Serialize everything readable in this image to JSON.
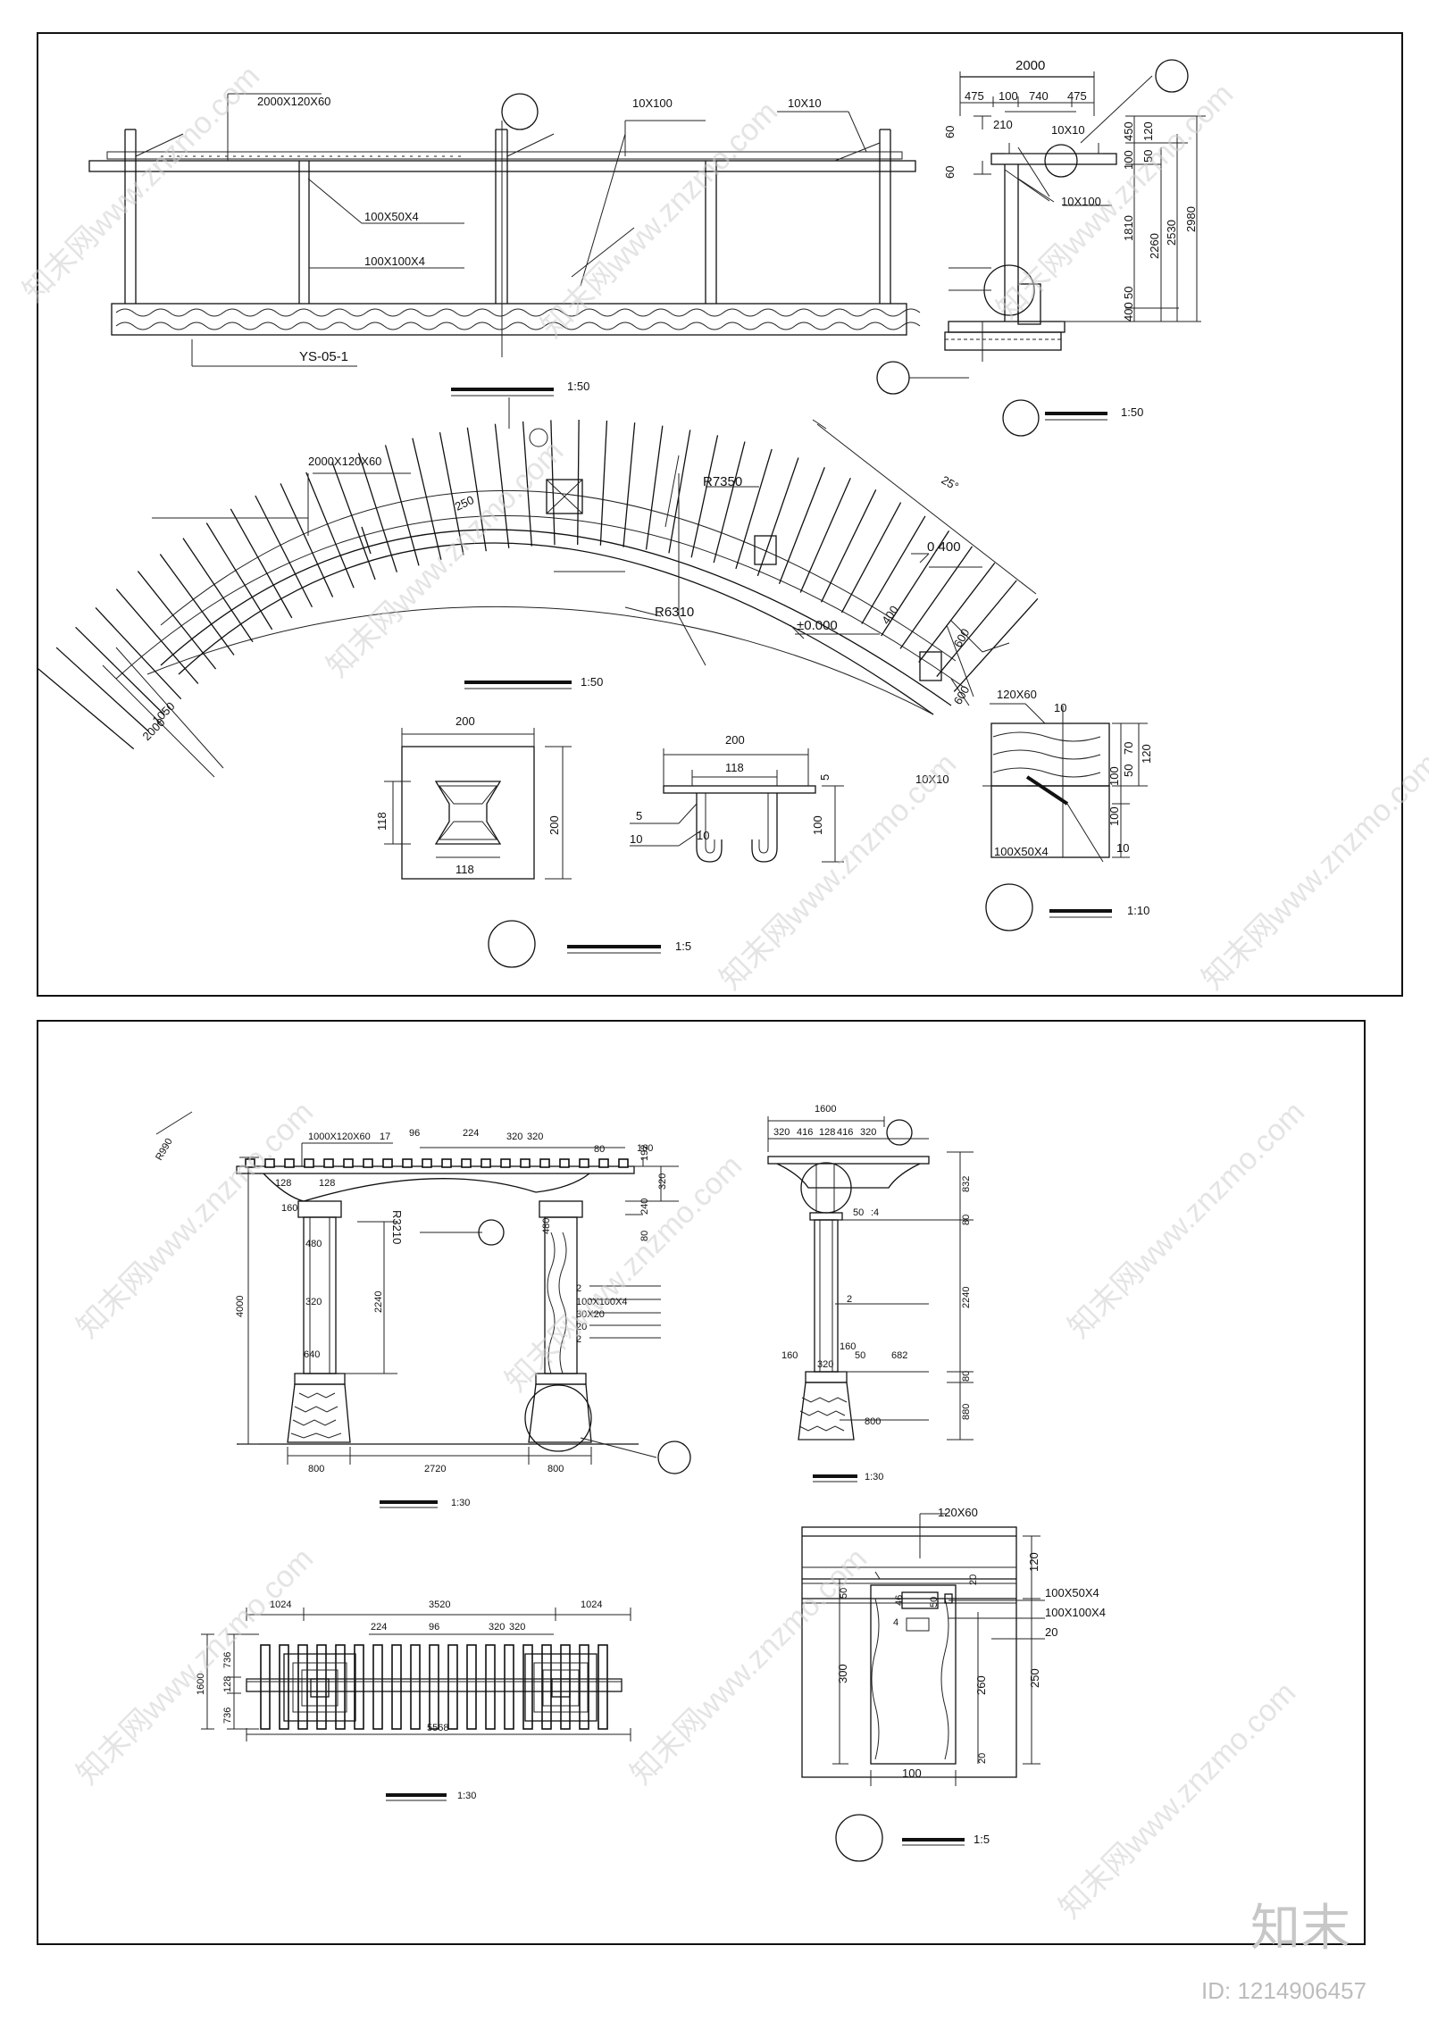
{
  "sheet1": {
    "elevation_labels": {
      "beam": "2000X120X60",
      "slat": "10X100",
      "tie": "10X10",
      "post_a": "100X50X4",
      "post_b": "100X100X4",
      "code": "YS-05-1"
    },
    "scale_elev": "1:50",
    "section_dims": {
      "width": "2000",
      "d1": "475",
      "d2": "100",
      "d3": "740",
      "d4": "475",
      "d5": "210",
      "tie": "10X10",
      "slat": "10X100",
      "h60a": "60",
      "h60b": "60",
      "v450": "450",
      "v120": "120",
      "v100": "100",
      "v50": "50",
      "v1810": "1810",
      "v2260": "2260",
      "v2530": "2530",
      "v2980": "2980",
      "v50b": "50",
      "v400": "400"
    },
    "scale_section": "1:50",
    "plan_labels": {
      "beam": "2000X120X60",
      "r_outer": "R7350",
      "r_inner": "R6310",
      "angle": "25°",
      "lvl_top": "0.400",
      "lvl_zero": "±0.000",
      "d250": "250",
      "d1050": "1050",
      "d2000": "2000",
      "d600a": "600",
      "d600b": "600",
      "d400": "400"
    },
    "scale_plan": "1:50",
    "detail_a": {
      "w": "200",
      "h": "200",
      "inner_h": "118",
      "inner_w": "118"
    },
    "detail_b": {
      "w": "200",
      "inner": "118",
      "t5a": "5",
      "t5b": "5",
      "t10a": "10",
      "t10b": "10",
      "h100": "100"
    },
    "scale_detail": "1:5",
    "detail_c": {
      "beam": "120X60",
      "t10": "10",
      "tie": "10X10",
      "post": "100X50X4",
      "v120": "120",
      "v70": "70",
      "v50": "50",
      "v100a": "100",
      "v100b": "100",
      "t10b": "10"
    },
    "scale_detail_c": "1:10"
  },
  "sheet2": {
    "front": {
      "beam": "1000X120X60",
      "d17": "17",
      "d96": "96",
      "d224": "224",
      "d320a": "320",
      "d320b": "320",
      "d80": "80",
      "d160": "160",
      "d128a": "128",
      "d128b": "128",
      "d160b": "160",
      "d480": "480",
      "d320c": "320",
      "d640": "640",
      "r3210": "R3210",
      "v2240": "2240",
      "v4000": "4000",
      "v192": "192",
      "v320": "320",
      "v240": "240",
      "v80": "80",
      "b800a": "800",
      "b2720": "2720",
      "b800b": "800",
      "r990": "R990",
      "d480b": "480",
      "lab2a": "2",
      "lab100": "100X100X4",
      "lab30": "30X20",
      "lab20": "20",
      "lab2b": "2"
    },
    "scale_front": "1:30",
    "side": {
      "top": "1600",
      "d320": "320",
      "d416a": "416",
      "d128": "128",
      "d416b": "416",
      "d320b": "320",
      "v832": "832",
      "v80a": "80",
      "v2240": "2240",
      "v80b": "80",
      "v880": "880",
      "l50": "50",
      "l4": ":4",
      "l2": "2",
      "l160a": "160",
      "l160b": "160",
      "l320": "320",
      "l50b": "50",
      "l682": "682",
      "l800": "800"
    },
    "scale_side": "1:30",
    "plan": {
      "d1024a": "1024",
      "d3520": "3520",
      "d1024b": "1024",
      "d224": "224",
      "d96": "96",
      "d320a": "320",
      "d320b": "320",
      "h1600": "1600",
      "h736a": "736",
      "h128": "128",
      "h736b": "736",
      "w5568": "5568"
    },
    "scale_plan": "1:30",
    "detail": {
      "beam": "120X60",
      "v120": "120",
      "d20a": "20",
      "d46": "46",
      "d50": "50",
      "d4": "4",
      "post1": "100X50X4",
      "post2": "100X100X4",
      "t20": "20",
      "v300": "300",
      "v260": "260",
      "v250": "250",
      "d20b": "20",
      "d50b": "50",
      "w100": "100"
    },
    "scale_detail": "1:5"
  },
  "watermark": {
    "brand": "知末",
    "id": "ID: 1214906457",
    "site": "知末网www.znzmo.com"
  }
}
